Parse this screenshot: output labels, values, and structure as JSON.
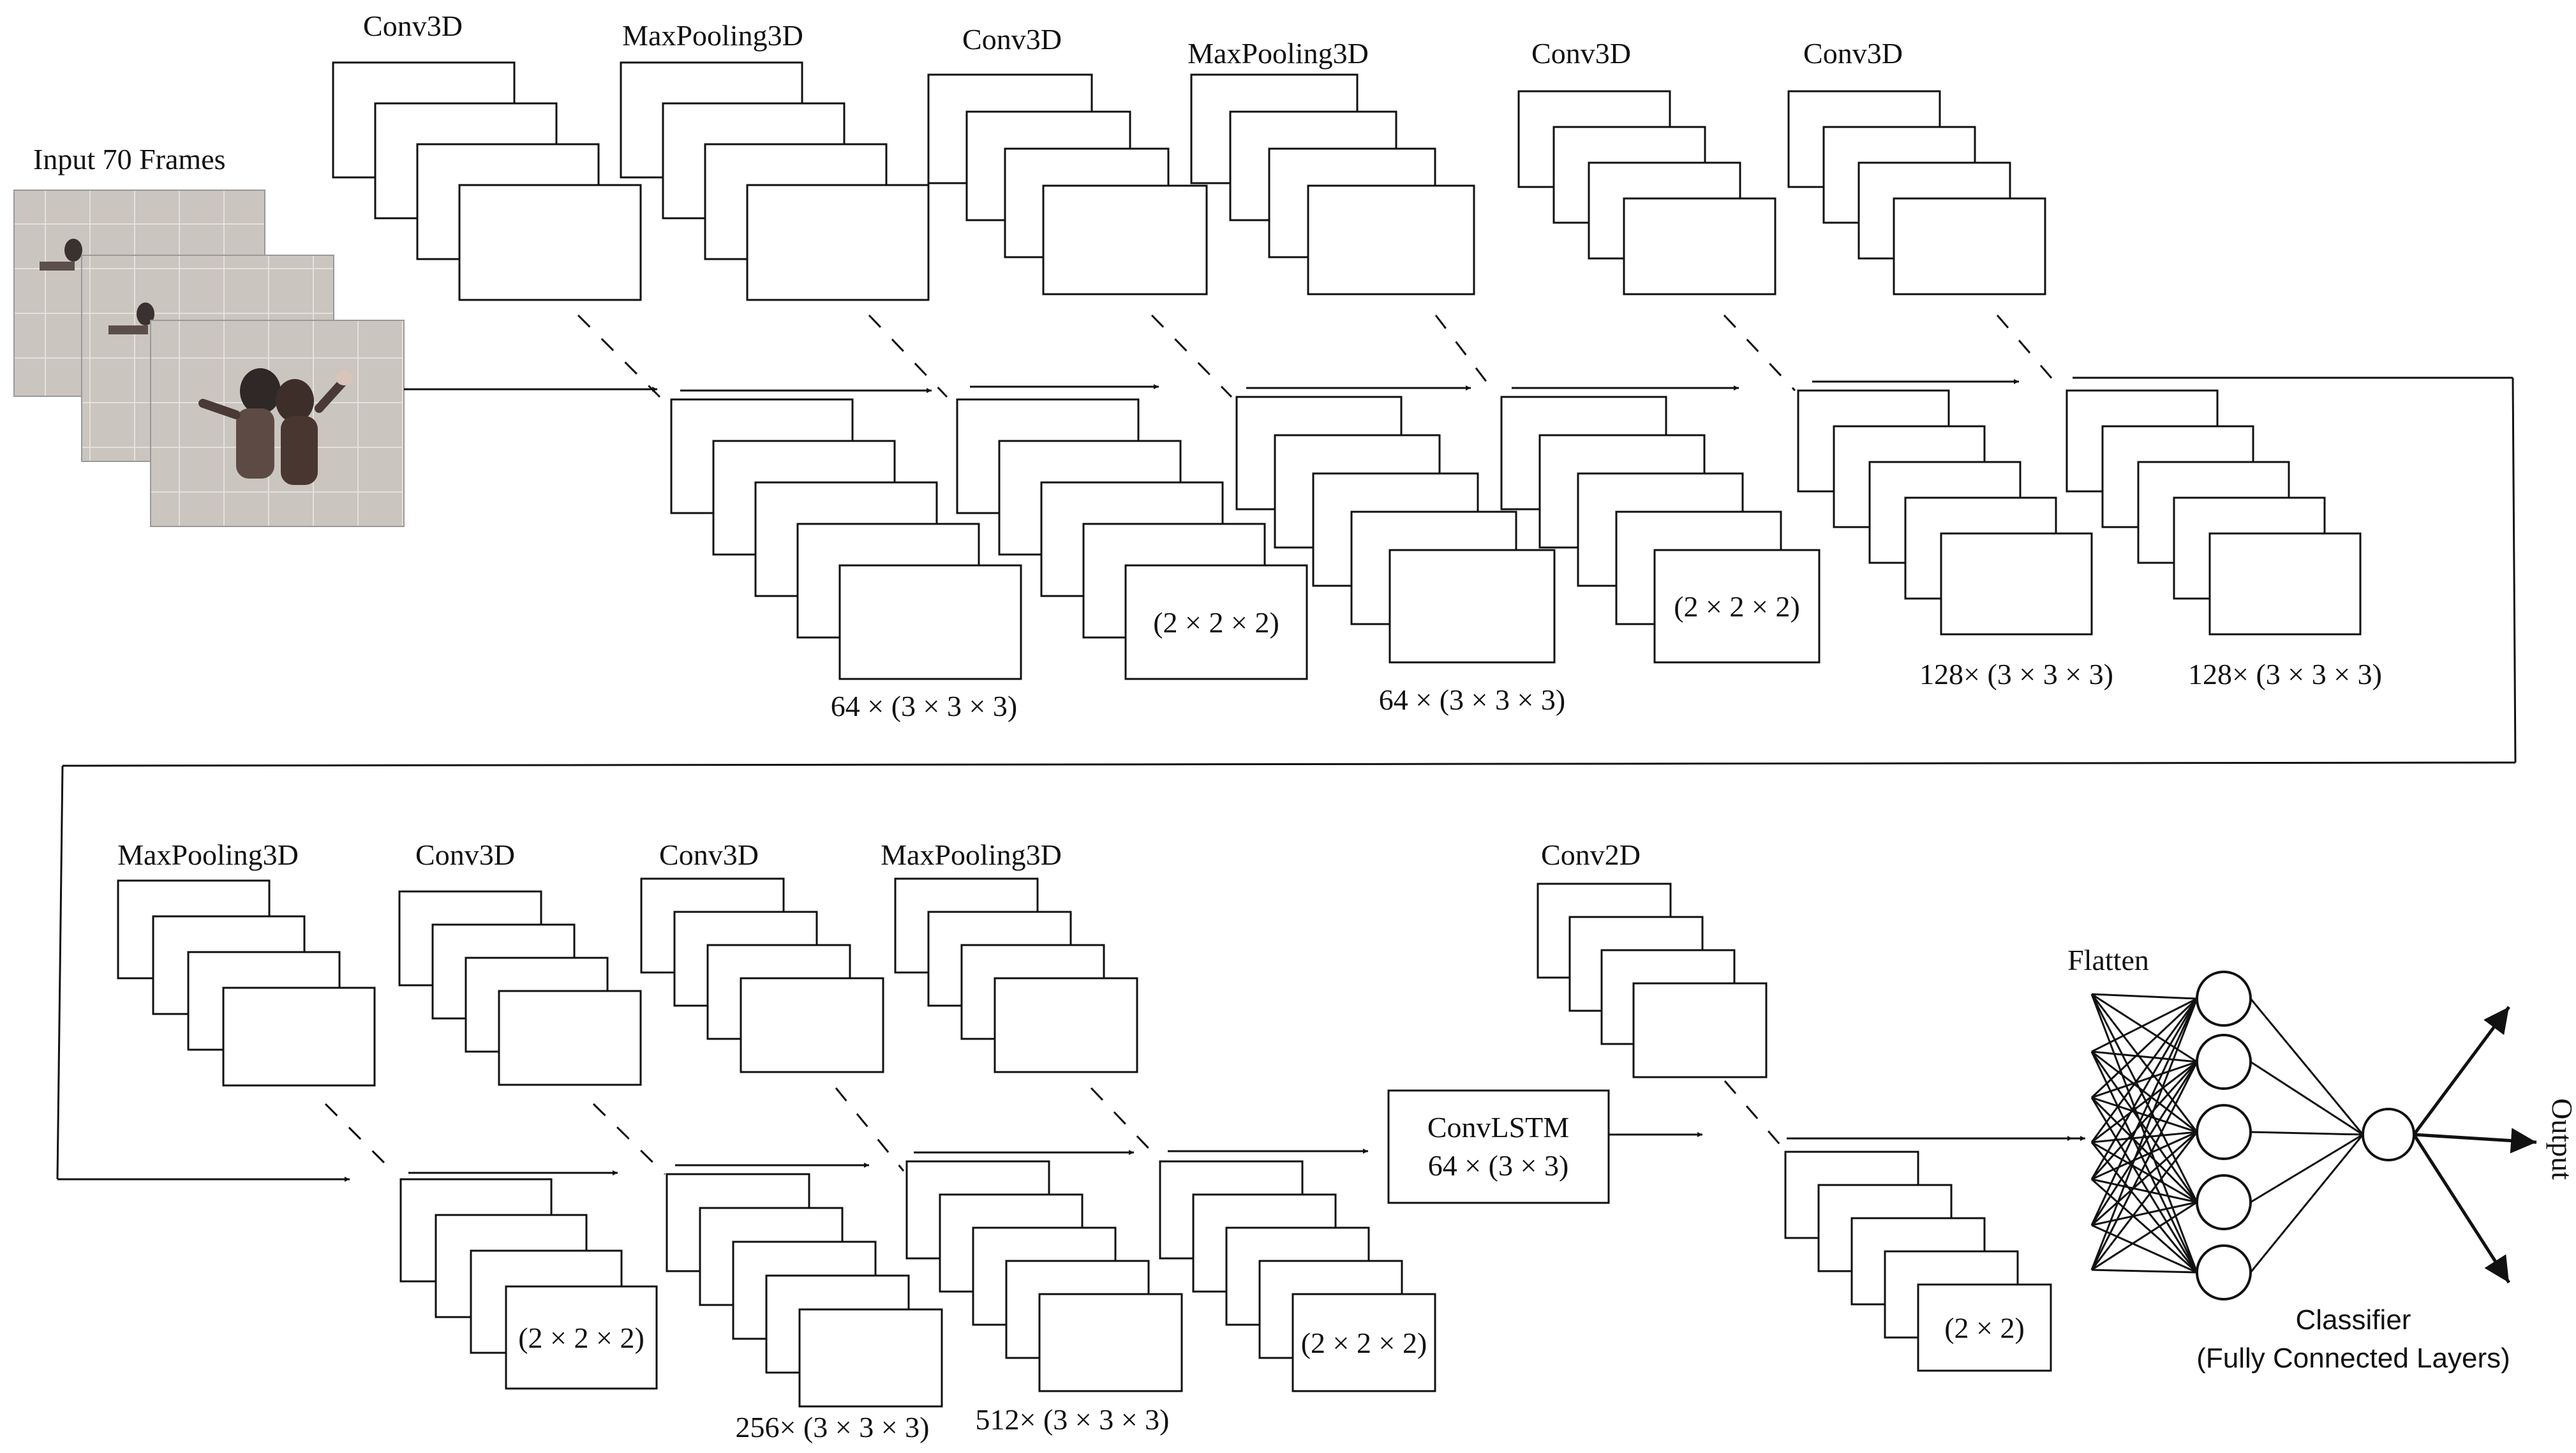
{
  "input_label": "Input 70 Frames",
  "top_row_titles": [
    "Conv3D",
    "MaxPooling3D",
    "Conv3D",
    "MaxPooling3D",
    "Conv3D",
    "Conv3D"
  ],
  "top_row_params": [
    "64 × (3 × 3 × 3)",
    "(2 × 2 × 2)",
    "64 × (3 × 3 × 3)",
    "(2 × 2 × 2)",
    "128× (3 × 3 × 3)",
    "128× (3 × 3 × 3)"
  ],
  "bottom_row_titles": [
    "MaxPooling3D",
    "Conv3D",
    "Conv3D",
    "MaxPooling3D"
  ],
  "bottom_row_params": [
    "(2 × 2 × 2)",
    "256× (3 × 3 × 3)",
    "512× (3 × 3 × 3)",
    "(2 × 2 × 2)"
  ],
  "convlstm": {
    "title": "ConvLSTM",
    "param": "64 × (3 × 3)"
  },
  "conv2d": {
    "title": "Conv2D",
    "param": "(2 × 2)"
  },
  "flatten_label": "Flatten",
  "classifier": {
    "title": "Classifier",
    "subtitle": "(Fully Connected Layers)"
  },
  "output_label": "Output",
  "colors": {
    "stroke": "#111111",
    "floor": "#c9c3bd",
    "floor_grid": "#e2ddd8"
  }
}
